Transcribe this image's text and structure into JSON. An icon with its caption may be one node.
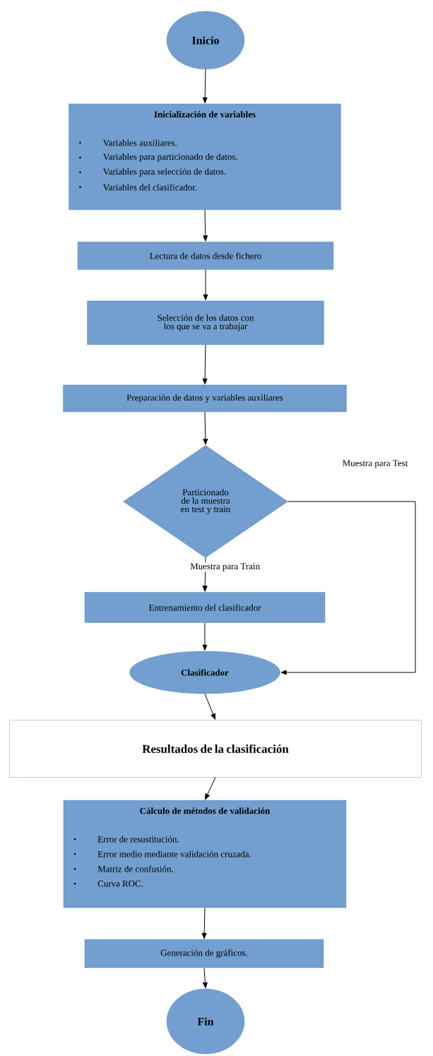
{
  "diagram": {
    "nodes": [
      {
        "text": [
          "Inicio"
        ]
      },
      {
        "text": [
          "Inicialización de variables",
          "Variables auxiliares.",
          "Variables para particionado de datos.",
          "Variables para selección de datos.",
          "Variables del clasificador."
        ]
      },
      {
        "text": [
          "Lectura de datos desde fichero"
        ]
      },
      {
        "text": [
          "Selección de los datos con los que se va a trabajar"
        ]
      },
      {
        "text": [
          "Preparación de datos y variables auxiliares"
        ]
      },
      {
        "text": [
          "Particionado de la muestra en test y train"
        ]
      },
      {
        "text": [
          "Entrenamiento del clasificador"
        ]
      },
      {
        "text": [
          "Clasificador"
        ]
      },
      {
        "text": [
          "Resultados de la clasificación"
        ]
      },
      {
        "text": [
          "Cálculo de métodos de validación",
          "Error de resustitución.",
          "Error medio mediante validación cruzada.",
          "Matriz de confusión.",
          "Curva ROC."
        ]
      },
      {
        "text": [
          "Generación de gráficos."
        ]
      },
      {
        "text": [
          "Fin"
        ]
      }
    ],
    "edges": [
      {
        "from": 0,
        "to": 1,
        "arrow": "to"
      },
      {
        "from": 1,
        "to": 2,
        "arrow": "to"
      },
      {
        "from": 2,
        "to": 3,
        "arrow": "to"
      },
      {
        "from": 3,
        "to": 4,
        "arrow": "to"
      },
      {
        "from": 4,
        "to": 5,
        "arrow": "to"
      },
      {
        "from": 5,
        "to": 6,
        "arrow": "to",
        "label": "Muestra para Train"
      },
      {
        "from": 5,
        "to": 7,
        "arrow": "to",
        "label": "Muestra para Test"
      },
      {
        "from": 6,
        "to": 7,
        "arrow": "to"
      },
      {
        "from": 7,
        "to": 8,
        "arrow": "to"
      },
      {
        "from": 8,
        "to": 9,
        "arrow": "to"
      },
      {
        "from": 9,
        "to": 10,
        "arrow": "to"
      },
      {
        "from": 10,
        "to": 11,
        "arrow": "to"
      }
    ]
  }
}
